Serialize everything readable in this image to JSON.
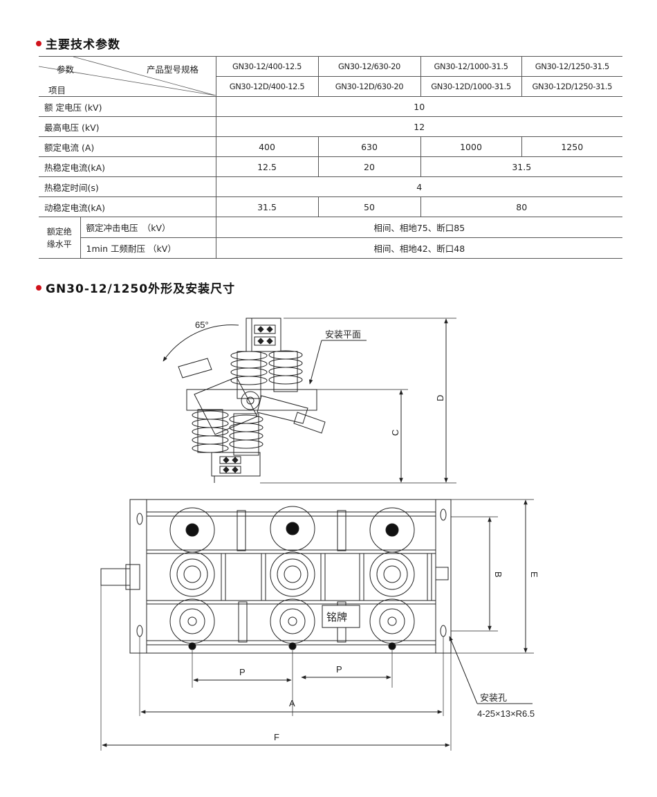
{
  "section1": {
    "title": "主要技术参数"
  },
  "table": {
    "header_params": "参数",
    "header_model": "产品型号规格",
    "header_item": "项目",
    "models_row1": [
      "GN30-12/400-12.5",
      "GN30-12/630-20",
      "GN30-12/1000-31.5",
      "GN30-12/1250-31.5"
    ],
    "models_row2": [
      "GN30-12D/400-12.5",
      "GN30-12D/630-20",
      "GN30-12D/1000-31.5",
      "GN30-12D/1250-31.5"
    ],
    "rated_voltage": {
      "label": "额 定电压 (kV)",
      "value": "10"
    },
    "max_voltage": {
      "label": "最高电压 (kV)",
      "value": "12"
    },
    "rated_current": {
      "label": "额定电流 (A)",
      "values": [
        "400",
        "630",
        "1000",
        "1250"
      ]
    },
    "thermal_current": {
      "label": "热稳定电流(kA)",
      "values": [
        "12.5",
        "20",
        "31.5"
      ]
    },
    "thermal_time": {
      "label": "热稳定时间(s)",
      "value": "4"
    },
    "dynamic_current": {
      "label": "动稳定电流(kA)",
      "values": [
        "31.5",
        "50",
        "80"
      ]
    },
    "insulation": {
      "group_label_1": "额定绝",
      "group_label_2": "缘水平",
      "impulse_label": "额定冲击电压　（kV）",
      "impulse_value": "相间、相地75、断口85",
      "power_freq_label": "1min 工频耐压 （kV）",
      "power_freq_value": "相间、相地42、断口48"
    }
  },
  "section2": {
    "title": "GN30-12/1250外形及安装尺寸"
  },
  "drawing": {
    "angle_label": "65°",
    "mount_plane_label": "安装平面",
    "dim_C": "C",
    "dim_D": "D",
    "dim_B": "B",
    "dim_E": "E",
    "dim_P": "P",
    "dim_A": "A",
    "dim_F": "F",
    "nameplate": "铭牌",
    "hole_label": "安装孔",
    "hole_spec": "4-25×13×R6.5"
  }
}
